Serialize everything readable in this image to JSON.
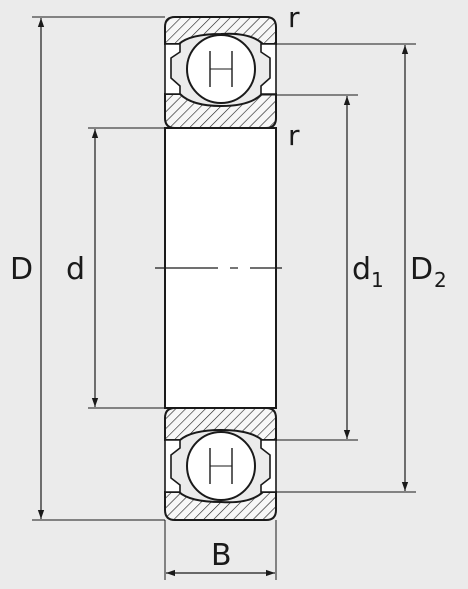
{
  "labels": {
    "outer_diameter": "D",
    "bore_diameter": "d",
    "inner_ring_shoulder": "d",
    "inner_ring_shoulder_sub": "1",
    "outer_ring_shoulder": "D",
    "outer_ring_shoulder_sub": "2",
    "width": "B",
    "radius_top": "r",
    "radius_lower": "r"
  },
  "colors": {
    "background": "#ebebeb",
    "line": "#1a1a1a",
    "ball_fill": "#ffffff",
    "section_fill": "#f4f4f4"
  }
}
